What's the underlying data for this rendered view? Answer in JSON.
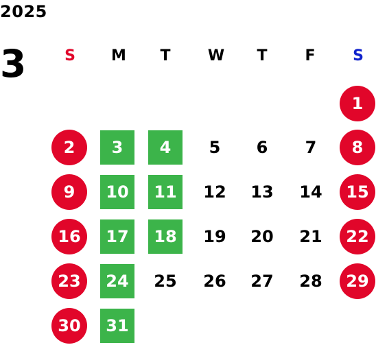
{
  "calendar": {
    "year": "2025",
    "month": "3",
    "weekdays": [
      {
        "label": "S",
        "color": "#e1062a"
      },
      {
        "label": "M",
        "color": "#000000"
      },
      {
        "label": "T",
        "color": "#000000"
      },
      {
        "label": "W",
        "color": "#000000"
      },
      {
        "label": "T",
        "color": "#000000"
      },
      {
        "label": "F",
        "color": "#000000"
      },
      {
        "label": "S",
        "color": "#1022cc"
      }
    ],
    "colors": {
      "holiday_red": "#e1062a",
      "marked_green": "#3cb44a"
    },
    "days": [
      {
        "day": "1",
        "style": "red"
      },
      {
        "day": "2",
        "style": "red"
      },
      {
        "day": "3",
        "style": "green"
      },
      {
        "day": "4",
        "style": "green"
      },
      {
        "day": "5",
        "style": "plain"
      },
      {
        "day": "6",
        "style": "plain"
      },
      {
        "day": "7",
        "style": "plain"
      },
      {
        "day": "8",
        "style": "red"
      },
      {
        "day": "9",
        "style": "red"
      },
      {
        "day": "10",
        "style": "green"
      },
      {
        "day": "11",
        "style": "green"
      },
      {
        "day": "12",
        "style": "plain"
      },
      {
        "day": "13",
        "style": "plain"
      },
      {
        "day": "14",
        "style": "plain"
      },
      {
        "day": "15",
        "style": "red"
      },
      {
        "day": "16",
        "style": "red"
      },
      {
        "day": "17",
        "style": "green"
      },
      {
        "day": "18",
        "style": "green"
      },
      {
        "day": "19",
        "style": "plain"
      },
      {
        "day": "20",
        "style": "plain"
      },
      {
        "day": "21",
        "style": "plain"
      },
      {
        "day": "22",
        "style": "red"
      },
      {
        "day": "23",
        "style": "red"
      },
      {
        "day": "24",
        "style": "green"
      },
      {
        "day": "25",
        "style": "plain"
      },
      {
        "day": "26",
        "style": "plain"
      },
      {
        "day": "27",
        "style": "plain"
      },
      {
        "day": "28",
        "style": "plain"
      },
      {
        "day": "29",
        "style": "red"
      },
      {
        "day": "30",
        "style": "red"
      },
      {
        "day": "31",
        "style": "green"
      }
    ]
  }
}
